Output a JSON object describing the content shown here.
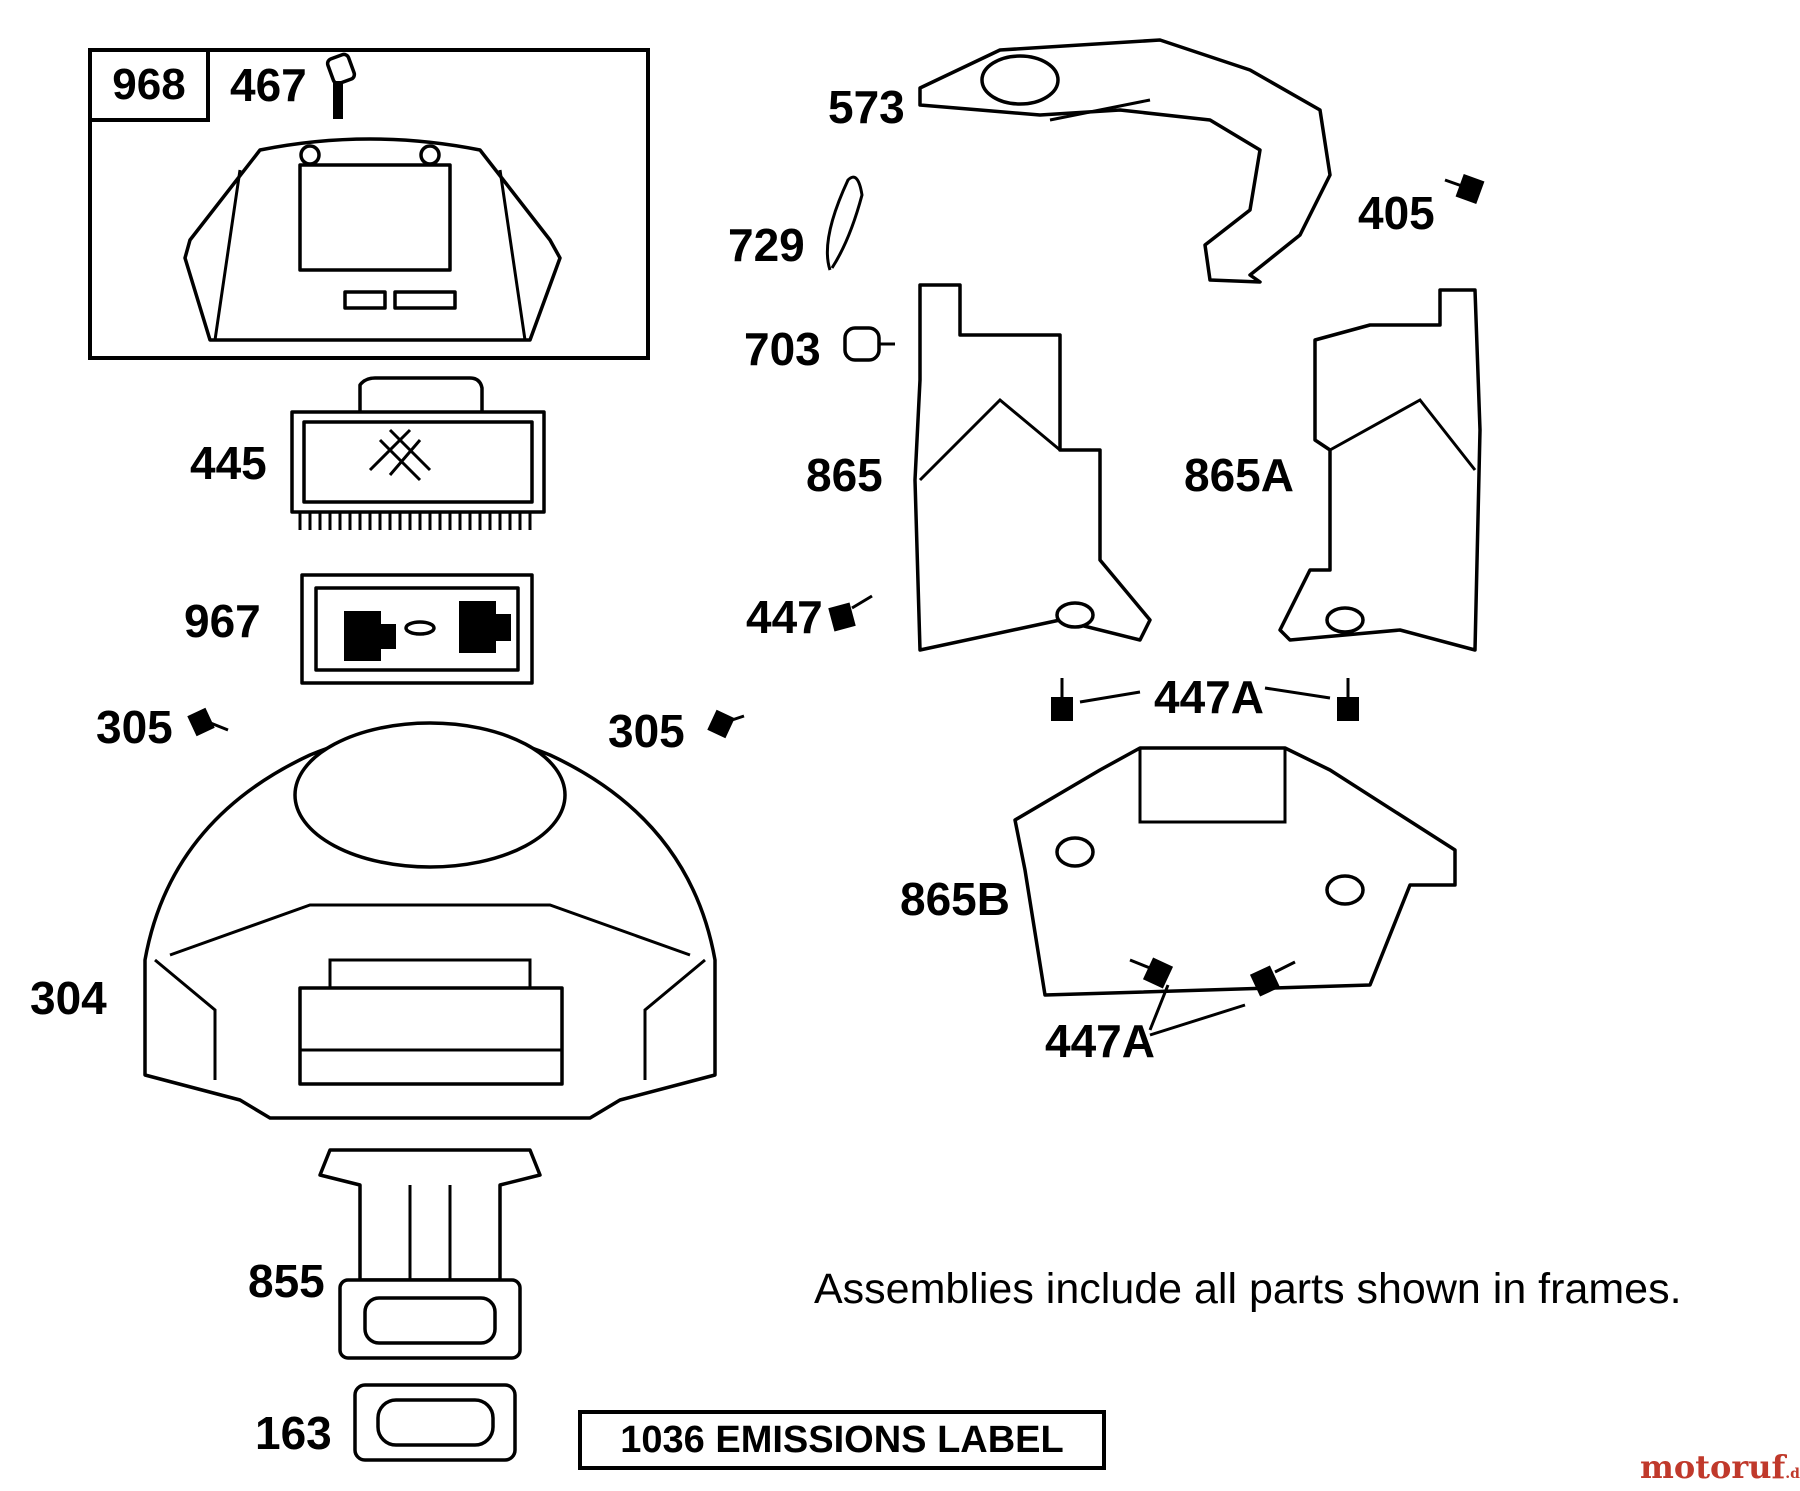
{
  "assembly_frame": {
    "number": "968"
  },
  "parts": {
    "p467": "467",
    "p573": "573",
    "p729": "729",
    "p405": "405",
    "p703": "703",
    "p445": "445",
    "p865": "865",
    "p865A": "865A",
    "p967": "967",
    "p447": "447",
    "p305_left": "305",
    "p305_right": "305",
    "p447A_top": "447A",
    "p865B": "865B",
    "p304": "304",
    "p447A_bottom": "447A",
    "p855": "855",
    "p163": "163"
  },
  "footnote": "Assemblies include all parts shown in frames.",
  "emissions_label": "1036 EMISSIONS LABEL",
  "watermark": {
    "main": "motoruf",
    "suffix": ".de"
  }
}
